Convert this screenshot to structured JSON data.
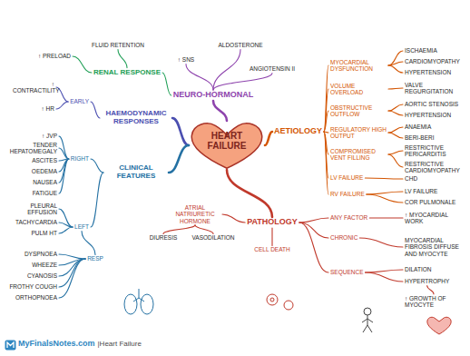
{
  "diagram": {
    "nodes": [
      {
        "text": [
          "HEART FAILURE"
        ]
      },
      {
        "text": [
          "AETIOLOGY"
        ]
      },
      {
        "text": [
          "MYOCARDIAL DYSFUNCTION"
        ]
      },
      {
        "text": [
          "ISCHAEMIA"
        ]
      },
      {
        "text": [
          "CARDIOMYOPATHY"
        ]
      },
      {
        "text": [
          "HYPERTENSION"
        ]
      },
      {
        "text": [
          "VOLUME OVERLOAD"
        ]
      },
      {
        "text": [
          "VALVE REGURGITATION"
        ]
      },
      {
        "text": [
          "OBSTRUCTIVE OUTFLOW"
        ]
      },
      {
        "text": [
          "AORTIC STENOSIS"
        ]
      },
      {
        "text": [
          "HYPERTENSION"
        ]
      },
      {
        "text": [
          "REGULATORY HIGH OUTPUT"
        ]
      },
      {
        "text": [
          "ANAEMIA"
        ]
      },
      {
        "text": [
          "BERI-BERI"
        ]
      },
      {
        "text": [
          "COMPROMISED VENT FILLING"
        ]
      },
      {
        "text": [
          "RESTRICTIVE PERICARDITIS"
        ]
      },
      {
        "text": [
          "RESTRICTIVE CARDIOMYOPATHY"
        ]
      },
      {
        "text": [
          "LV FAILURE"
        ]
      },
      {
        "text": [
          "CHD"
        ]
      },
      {
        "text": [
          "RV FAILURE"
        ]
      },
      {
        "text": [
          "LV FAILURE"
        ]
      },
      {
        "text": [
          "COR PULMONALE"
        ]
      },
      {
        "text": [
          "PATHOLOGY"
        ]
      },
      {
        "text": [
          "ANY FACTOR"
        ]
      },
      {
        "text": [
          "↑ MYOCARDIAL WORK"
        ]
      },
      {
        "text": [
          "CHRONIC"
        ]
      },
      {
        "text": [
          "MYOCARDIAL FIBROSIS DIFFUSE AND MYOCYTE"
        ]
      },
      {
        "text": [
          "SEQUENCE"
        ]
      },
      {
        "text": [
          "DILATION"
        ]
      },
      {
        "text": [
          "HYPERTROPHY"
        ]
      },
      {
        "text": [
          "↑ GROWTH OF MYOCYTE"
        ]
      },
      {
        "text": [
          "CELL DEATH"
        ]
      },
      {
        "text": [
          "ATRIAL NATRIURETIC HORMONE"
        ]
      },
      {
        "text": [
          "DIURESIS"
        ]
      },
      {
        "text": [
          "VASODILATION"
        ]
      },
      {
        "text": [
          "NEURO-HORMONAL"
        ]
      },
      {
        "text": [
          "↑ SNS"
        ]
      },
      {
        "text": [
          "ALDOSTERONE"
        ]
      },
      {
        "text": [
          "ANGIOTENSIN II"
        ]
      },
      {
        "text": [
          "RENAL RESPONSE"
        ]
      },
      {
        "text": [
          "FLUID RETENTION"
        ]
      },
      {
        "text": [
          "↑ PRELOAD"
        ]
      },
      {
        "text": [
          "HAEMODYNAMIC RESPONSES"
        ]
      },
      {
        "text": [
          "EARLY"
        ]
      },
      {
        "text": [
          "↑ CONTRACTILITY"
        ]
      },
      {
        "text": [
          "↑ HR"
        ]
      },
      {
        "text": [
          "CLINICAL FEATURES"
        ]
      },
      {
        "text": [
          "RIGHT"
        ]
      },
      {
        "text": [
          "↑ JVP"
        ]
      },
      {
        "text": [
          "TENDER HEPATOMEGALY"
        ]
      },
      {
        "text": [
          "ASCITES"
        ]
      },
      {
        "text": [
          "OEDEMA"
        ]
      },
      {
        "text": [
          "NAUSEA"
        ]
      },
      {
        "text": [
          "FATIGUE"
        ]
      },
      {
        "text": [
          "LEFT"
        ]
      },
      {
        "text": [
          "PLEURAL EFFUSION"
        ]
      },
      {
        "text": [
          "TACHYCARDIA"
        ]
      },
      {
        "text": [
          "PULM HT"
        ]
      },
      {
        "text": [
          "RESP"
        ]
      },
      {
        "text": [
          "DYSPNOEA"
        ]
      },
      {
        "text": [
          "WHEEZE"
        ]
      },
      {
        "text": [
          "CYANOSIS"
        ]
      },
      {
        "text": [
          "FROTHY COUGH"
        ]
      },
      {
        "text": [
          "ORTHOPNOEA"
        ]
      }
    ],
    "edges": [
      {
        "from": 0,
        "to": 1,
        "arrow": "none"
      },
      {
        "from": 1,
        "to": 2,
        "arrow": "none"
      },
      {
        "from": 2,
        "to": 3,
        "arrow": "none"
      },
      {
        "from": 2,
        "to": 4,
        "arrow": "none"
      },
      {
        "from": 2,
        "to": 5,
        "arrow": "none"
      },
      {
        "from": 1,
        "to": 6,
        "arrow": "none"
      },
      {
        "from": 6,
        "to": 7,
        "arrow": "none"
      },
      {
        "from": 1,
        "to": 8,
        "arrow": "none"
      },
      {
        "from": 8,
        "to": 9,
        "arrow": "none"
      },
      {
        "from": 8,
        "to": 10,
        "arrow": "none"
      },
      {
        "from": 1,
        "to": 11,
        "arrow": "none"
      },
      {
        "from": 11,
        "to": 12,
        "arrow": "none"
      },
      {
        "from": 11,
        "to": 13,
        "arrow": "none"
      },
      {
        "from": 1,
        "to": 14,
        "arrow": "none"
      },
      {
        "from": 14,
        "to": 15,
        "arrow": "none"
      },
      {
        "from": 14,
        "to": 16,
        "arrow": "none"
      },
      {
        "from": 1,
        "to": 17,
        "arrow": "none"
      },
      {
        "from": 17,
        "to": 18,
        "arrow": "none"
      },
      {
        "from": 1,
        "to": 19,
        "arrow": "none"
      },
      {
        "from": 19,
        "to": 20,
        "arrow": "none"
      },
      {
        "from": 19,
        "to": 21,
        "arrow": "none"
      },
      {
        "from": 0,
        "to": 22,
        "arrow": "none"
      },
      {
        "from": 22,
        "to": 23,
        "arrow": "none"
      },
      {
        "from": 23,
        "to": 24,
        "arrow": "none"
      },
      {
        "from": 22,
        "to": 25,
        "arrow": "none"
      },
      {
        "from": 25,
        "to": 26,
        "arrow": "none"
      },
      {
        "from": 22,
        "to": 27,
        "arrow": "none"
      },
      {
        "from": 27,
        "to": 28,
        "arrow": "none"
      },
      {
        "from": 27,
        "to": 29,
        "arrow": "none"
      },
      {
        "from": 29,
        "to": 30,
        "arrow": "none"
      },
      {
        "from": 22,
        "to": 31,
        "arrow": "none"
      },
      {
        "from": 22,
        "to": 32,
        "arrow": "none"
      },
      {
        "from": 32,
        "to": 33,
        "arrow": "none"
      },
      {
        "from": 32,
        "to": 34,
        "arrow": "none"
      },
      {
        "from": 0,
        "to": 35,
        "arrow": "none"
      },
      {
        "from": 35,
        "to": 36,
        "arrow": "none"
      },
      {
        "from": 35,
        "to": 37,
        "arrow": "none"
      },
      {
        "from": 35,
        "to": 38,
        "arrow": "none"
      },
      {
        "from": 35,
        "to": 39,
        "arrow": "none"
      },
      {
        "from": 39,
        "to": 40,
        "arrow": "none"
      },
      {
        "from": 39,
        "to": 41,
        "arrow": "none"
      },
      {
        "from": 0,
        "to": 42,
        "arrow": "none"
      },
      {
        "from": 42,
        "to": 43,
        "arrow": "none"
      },
      {
        "from": 43,
        "to": 44,
        "arrow": "none"
      },
      {
        "from": 43,
        "to": 45,
        "arrow": "none"
      },
      {
        "from": 0,
        "to": 46,
        "arrow": "none"
      },
      {
        "from": 46,
        "to": 47,
        "arrow": "none"
      },
      {
        "from": 47,
        "to": 48,
        "arrow": "none"
      },
      {
        "from": 47,
        "to": 49,
        "arrow": "none"
      },
      {
        "from": 47,
        "to": 50,
        "arrow": "none"
      },
      {
        "from": 47,
        "to": 51,
        "arrow": "none"
      },
      {
        "from": 47,
        "to": 52,
        "arrow": "none"
      },
      {
        "from": 47,
        "to": 53,
        "arrow": "none"
      },
      {
        "from": 46,
        "to": 54,
        "arrow": "none"
      },
      {
        "from": 54,
        "to": 55,
        "arrow": "none"
      },
      {
        "from": 54,
        "to": 56,
        "arrow": "none"
      },
      {
        "from": 54,
        "to": 57,
        "arrow": "none"
      },
      {
        "from": 54,
        "to": 58,
        "arrow": "none"
      },
      {
        "from": 58,
        "to": 59,
        "arrow": "none"
      },
      {
        "from": 58,
        "to": 60,
        "arrow": "none"
      },
      {
        "from": 58,
        "to": 61,
        "arrow": "none"
      },
      {
        "from": 58,
        "to": 62,
        "arrow": "none"
      },
      {
        "from": 58,
        "to": 63,
        "arrow": "none"
      }
    ],
    "labels": [
      "MyFinalsNotes.com",
      "|Heart Failure"
    ]
  }
}
